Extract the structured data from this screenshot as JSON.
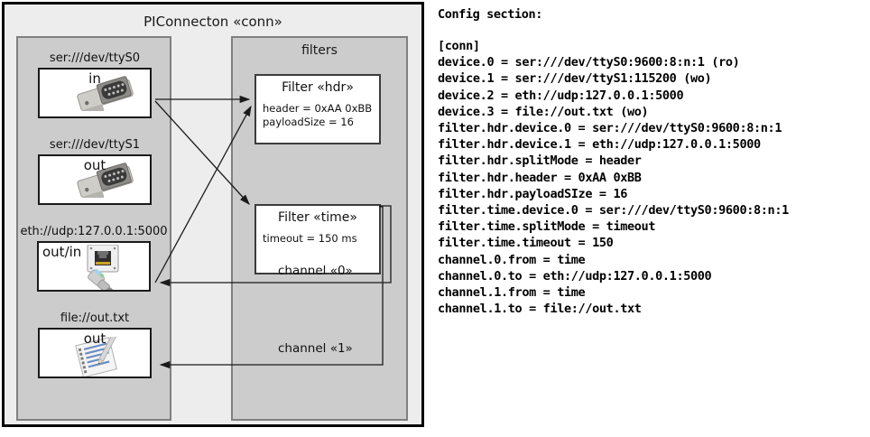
{
  "diagram": {
    "title": "PIConnecton «conn»",
    "devices_panel": {
      "groups": [
        {
          "label": "ser:///dev/ttyS0",
          "caption": "in",
          "icon": "serial-connector-icon"
        },
        {
          "label": "ser:///dev/ttyS1",
          "caption": "out",
          "icon": "serial-connector-icon"
        },
        {
          "label": "eth://udp:127.0.0.1:5000",
          "caption": "out/in",
          "icon": "ethernet-jack-icon"
        },
        {
          "label": "file://out.txt",
          "caption": "out",
          "icon": "text-file-icon"
        }
      ]
    },
    "filters_panel": {
      "title": "filters",
      "filters": [
        {
          "title": "Filter «hdr»",
          "props": "header = 0xAA 0xBB\npayloadSize = 16"
        },
        {
          "title": "Filter «time»",
          "props": "timeout = 150 ms"
        }
      ]
    },
    "channels": [
      {
        "label": "channel «0»"
      },
      {
        "label": "channel «1»"
      }
    ]
  },
  "config": {
    "heading": "Config section:",
    "body": "[conn]\ndevice.0 = ser:///dev/ttyS0:9600:8:n:1 (ro)\ndevice.1 = ser:///dev/ttyS1:115200 (wo)\ndevice.2 = eth://udp:127.0.0.1:5000\ndevice.3 = file://out.txt (wo)\nfilter.hdr.device.0 = ser:///dev/ttyS0:9600:8:n:1\nfilter.hdr.device.1 = eth://udp:127.0.0.1:5000\nfilter.hdr.splitMode = header\nfilter.hdr.header = 0xAA 0xBB\nfilter.hdr.payloadSIze = 16\nfilter.time.device.0 = ser:///dev/ttyS0:9600:8:n:1\nfilter.time.splitMode = timeout\nfilter.time.timeout = 150\nchannel.0.from = time\nchannel.0.to = eth://udp:127.0.0.1:5000\nchannel.1.from = time\nchannel.1.to = file://out.txt"
  },
  "colors": {
    "panel_fill": "#cccccc",
    "outer_fill": "#ededed",
    "border": "#000000",
    "box_fill": "#ffffff"
  }
}
